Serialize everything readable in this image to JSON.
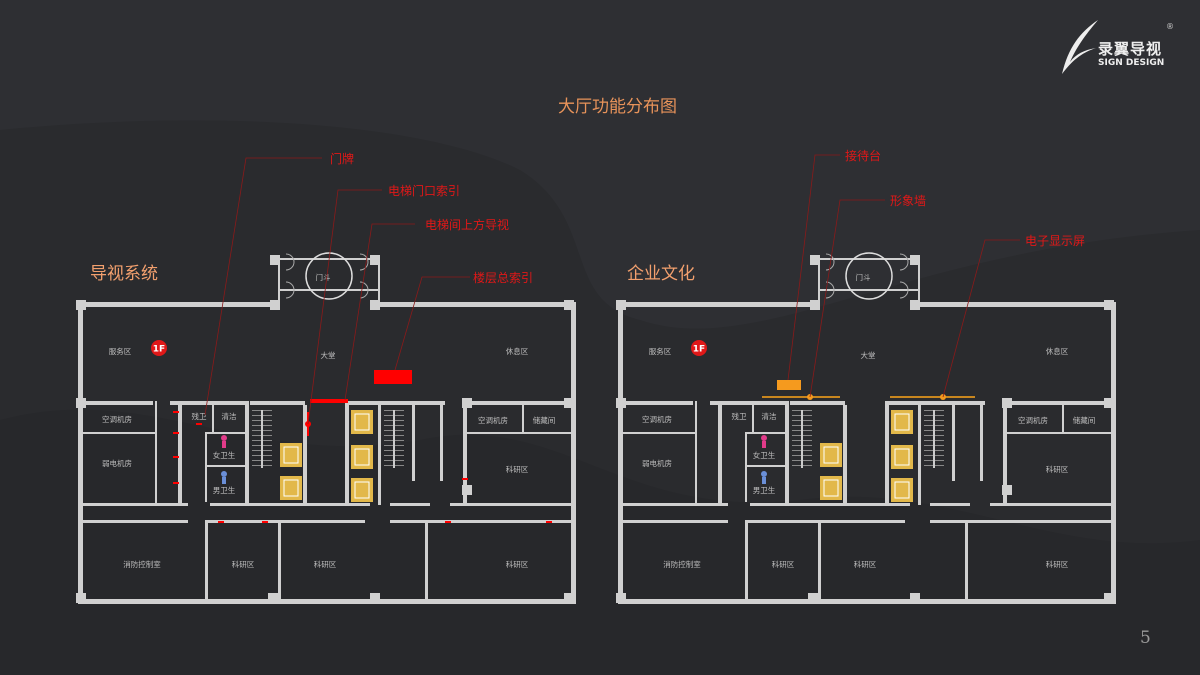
{
  "header": {
    "title": "大厅功能分布图",
    "page_number": "5"
  },
  "logo": {
    "cn": "录翼导视",
    "en": "SIGN DESIGN",
    "mark": "®"
  },
  "left_plan": {
    "section_title": "导视系统",
    "callouts": [
      "门牌",
      "电梯门口索引",
      "电梯间上方导视",
      "楼层总索引"
    ],
    "floor_badge": "1F"
  },
  "right_plan": {
    "section_title": "企业文化",
    "callouts": [
      "接待台",
      "形象墙",
      "电子显示屏"
    ],
    "floor_badge": "1F"
  },
  "rooms": [
    "门斗",
    "服务区",
    "大堂",
    "休息区",
    "空调机房",
    "弱电机房",
    "残卫",
    "清洁",
    "女卫生",
    "男卫生",
    "空调机房",
    "储藏间",
    "科研区",
    "消防控制室",
    "科研区",
    "科研区",
    "科研区"
  ],
  "colors": {
    "wall": "#d0d0d0",
    "signage": "#ff0000",
    "culture": "#f59a1e",
    "elevator": "#e2b84a",
    "title": "#e8935a",
    "callout": "#e01818"
  }
}
